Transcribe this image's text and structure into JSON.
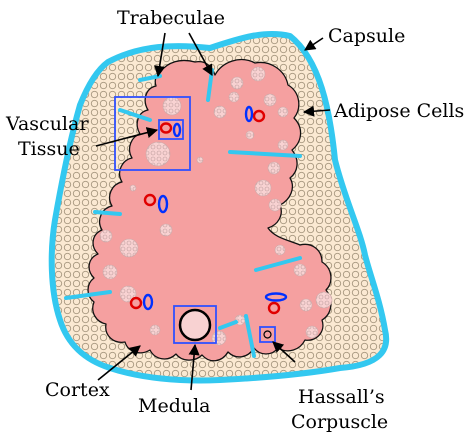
{
  "labels": {
    "trabeculae": "Trabeculae",
    "capsule": "Capsule",
    "adipose_cells": "Adipose Cells",
    "vascular_line1": "Vascular",
    "vascular_line2": "Tissue",
    "cortex": "Cortex",
    "medula": "Medula",
    "hassalls_line1": "Hassall’s",
    "hassalls_line2": "Corpuscle"
  },
  "colors": {
    "capsule": "#33c8f0",
    "tissue": "#f5a0a0",
    "adipose_fill": "#fbe9d2",
    "adipose_dots": "#a89880",
    "cell_fill": "#f8d2d2",
    "vessel_red": "#e00000",
    "vessel_blue": "#0030ff",
    "box": "#3050ff",
    "text": "#000000"
  }
}
